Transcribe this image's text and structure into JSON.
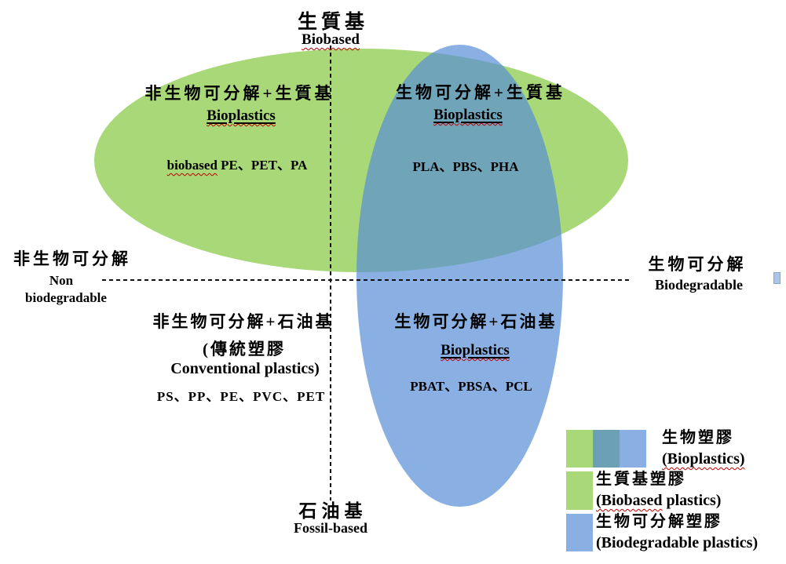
{
  "colors": {
    "green_ellipse": "#A8D878",
    "blue_ellipse": "rgba(86,140,214,0.69)",
    "legend_green": "#A8D878",
    "legend_teal": "#6BA0B6",
    "legend_blue": "#8AAFE3",
    "squiggle_red": "#C00000",
    "stray_mark": "#A9C6E8"
  },
  "axis": {
    "top_zh": "生質基",
    "top_en": "Biobased",
    "bottom_zh": "石油基",
    "bottom_en": "Fossil-based",
    "left_zh": "非生物可分解",
    "left_en1": "Non",
    "left_en2": "biodegradable",
    "right_zh": "生物可分解",
    "right_en": "Biodegradable"
  },
  "quadrants": {
    "top_left": {
      "title": "非生物可分解+生質基",
      "subtitle": "Bioplastics",
      "example_wavy": "biobased",
      "example_rest": " PE、PET、PA"
    },
    "top_right": {
      "title": "生物可分解+生質基",
      "subtitle": "Bioplastics",
      "examples": "PLA、PBS、PHA"
    },
    "bottom_left": {
      "title": "非生物可分解+石油基",
      "paren_zh": "(傳統塑膠",
      "paren_en": "Conventional plastics)",
      "examples": "PS、PP、PE、PVC、PET"
    },
    "bottom_right": {
      "title": "生物可分解+石油基",
      "subtitle": "Bioplastics",
      "examples": "PBAT、PBSA、PCL"
    }
  },
  "legend": {
    "item1_zh": "生物塑膠",
    "item1_en": "(Bioplastics)",
    "item2_zh": "生質基塑膠",
    "item2_en_wavy": "(Biobased",
    "item2_en_rest": " plastics)",
    "item3_zh": "生物可分解塑膠",
    "item3_en": "(Biodegradable plastics)"
  }
}
